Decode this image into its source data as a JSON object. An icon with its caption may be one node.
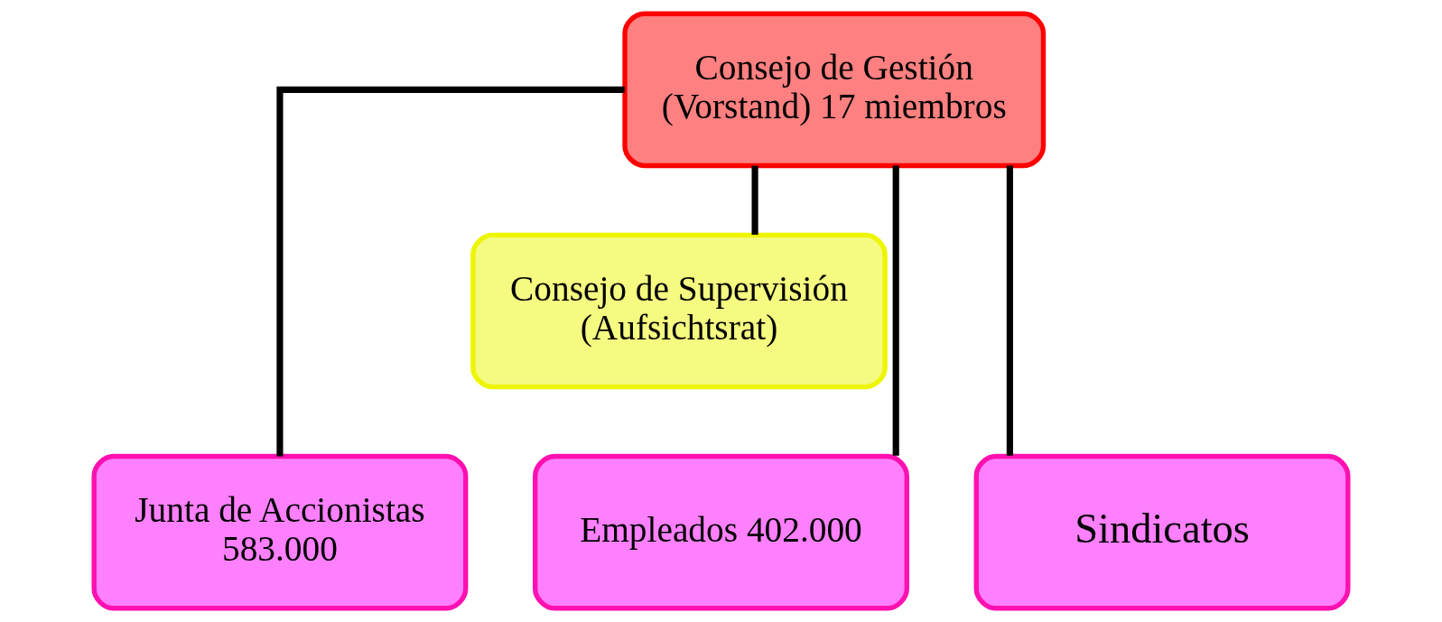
{
  "diagram": {
    "nodes": [
      {
        "text": [
          "Consejo de Gestión (Vorstand) 17 miembros"
        ]
      },
      {
        "text": [
          "Consejo de Supervisión (Aufsichtsrat)"
        ]
      },
      {
        "text": [
          "Junta de Accionistas 583.000"
        ]
      },
      {
        "text": [
          "Empleados 402.000"
        ]
      },
      {
        "text": [
          "Sindicatos"
        ]
      }
    ],
    "edges": [
      {
        "from": 0,
        "to": 1,
        "arrow": "none"
      },
      {
        "from": 0,
        "to": 2,
        "arrow": "none"
      },
      {
        "from": 0,
        "to": 3,
        "arrow": "none"
      },
      {
        "from": 0,
        "to": 4,
        "arrow": "none"
      }
    ]
  }
}
